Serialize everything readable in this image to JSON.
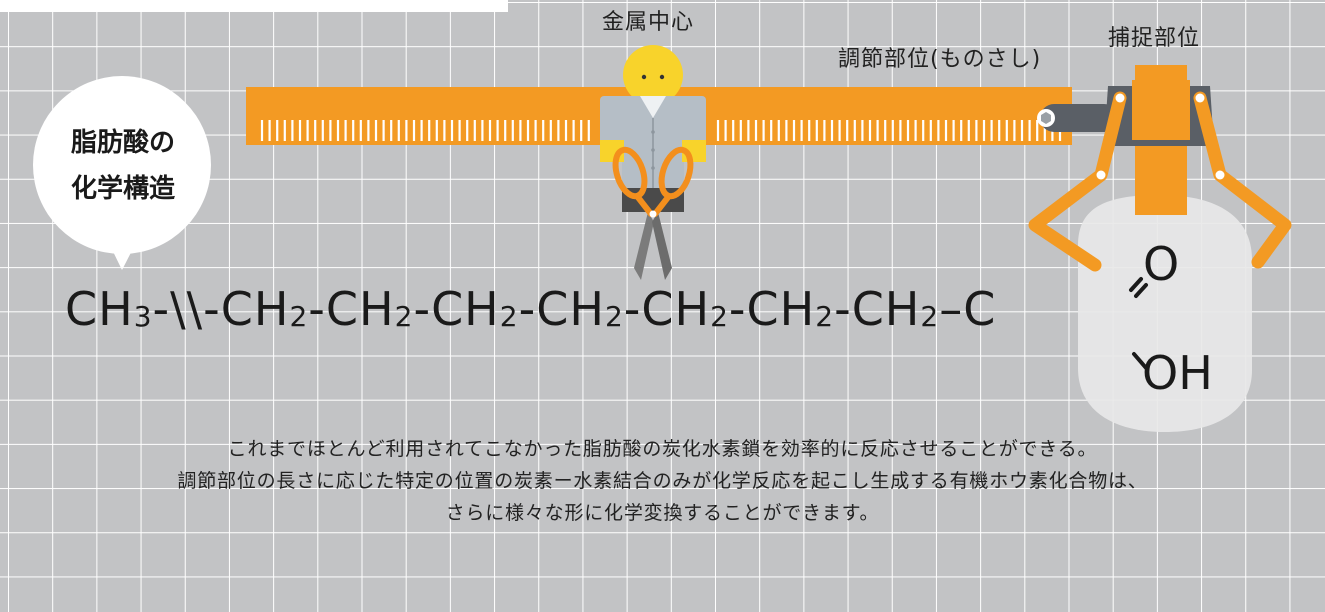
{
  "bubble": {
    "line1": "脂肪酸の",
    "line2": "化学構造"
  },
  "labels": {
    "metal_center": "金属中心",
    "adjust_part": "調節部位(ものさし)",
    "capture_part": "捕捉部位"
  },
  "formula": {
    "part1": "CH",
    "sub1": "3",
    "part2": "-\\\\-",
    "group": "CH",
    "sub2": "2",
    "sep": "-",
    "last_bond": "–C",
    "o_top": "O",
    "oh": "OH"
  },
  "description": {
    "line1": "これまでほとんど利用されてこなかった脂肪酸の炭化水素鎖を効率的に反応させることができる。",
    "line2": "調節部位の長さに応じた特定の位置の炭素ー水素結合のみが化学反応を起こし生成する有機ホウ素化合物は、",
    "line3": "さらに様々な形に化学変換することができます。"
  },
  "colors": {
    "background": "#c2c3c5",
    "grid": "#ffffff",
    "orange": "#f39a23",
    "person_head": "#f8d32b",
    "person_shirt": "#aeb7bf",
    "scissors_handle": "#f38f1d",
    "scissors_blade": "#7b7b7b",
    "text": "#1a1a1a",
    "highlight": "#e8e8e8"
  }
}
